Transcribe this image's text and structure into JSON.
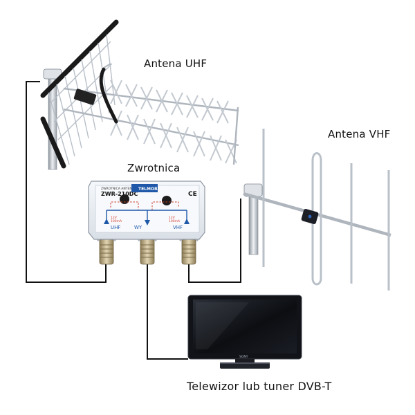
{
  "labels": {
    "antenna_uhf": "Antena UHF",
    "antenna_vhf": "Antena VHF",
    "diplexer": "Zwrotnica",
    "tv": "Telewizor lub tuner DVB-T"
  },
  "device": {
    "model": "ZWR-210DC",
    "subtitle": "ZWROTNICA ANTENOWA",
    "brand": "TELMOR",
    "port_uhf": "UHF",
    "port_out": "WY",
    "port_vhf": "VHF",
    "power_uhf": "12V\n100mA",
    "power_vhf": "12V\n100mA",
    "ce_mark": "CE"
  },
  "tv_brand": "SONY",
  "colors": {
    "cable": "#111111",
    "metal": "#c9cfd6",
    "metal_dark": "#7d858e",
    "device_body": "#eef2f6",
    "device_blue": "#1f58a8",
    "device_red": "#d23a2a",
    "tv_frame": "#111318",
    "connector": "#b9a57a"
  }
}
